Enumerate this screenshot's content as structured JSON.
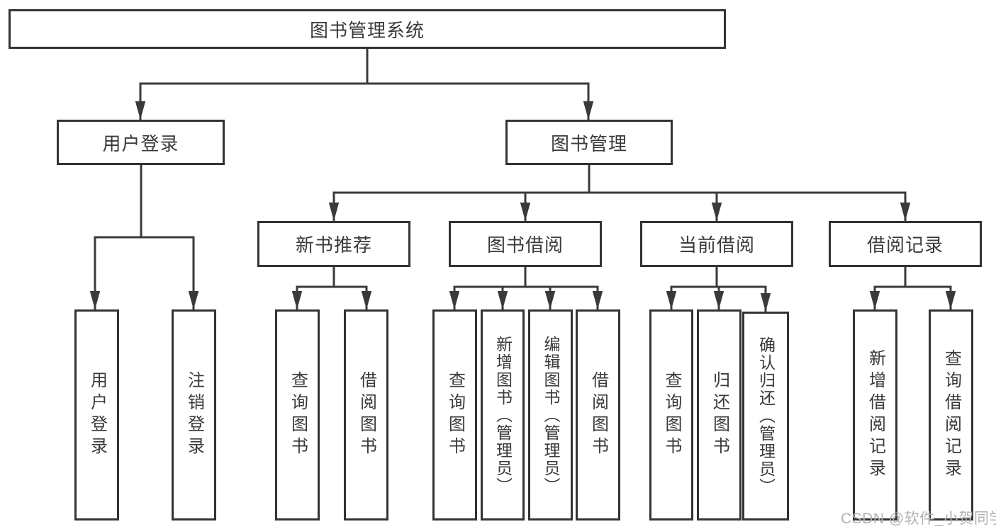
{
  "tree": {
    "root": "图书管理系统",
    "children": [
      {
        "label": "用户登录",
        "children": [
          "用户登录",
          "注销登录"
        ]
      },
      {
        "label": "图书管理",
        "children": [
          {
            "label": "新书推荐",
            "children": [
              "查询图书",
              "借阅图书"
            ]
          },
          {
            "label": "图书借阅",
            "children": [
              "查询图书",
              "新增图书（管理员）",
              "编辑图书（管理员）",
              "借阅图书"
            ]
          },
          {
            "label": "当前借阅",
            "children": [
              "查询图书",
              "归还图书",
              "确认归还（管理员）"
            ]
          },
          {
            "label": "借阅记录",
            "children": [
              "新增借阅记录",
              "查询借阅记录"
            ]
          }
        ]
      }
    ]
  },
  "watermark": "CSDN @软件_小贺同学",
  "colors": {
    "line": "#3a3a3a",
    "box_border": "#333333",
    "text": "#3a3a3a",
    "watermark": "#b2b2b2",
    "background": "#ffffff"
  }
}
